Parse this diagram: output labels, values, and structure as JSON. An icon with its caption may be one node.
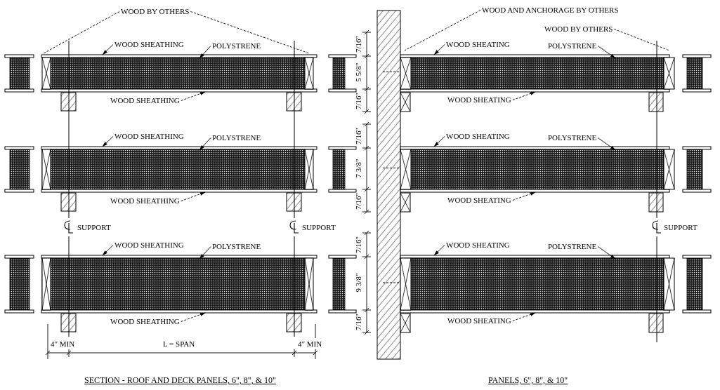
{
  "diagram": {
    "nodes": [
      {
        "text": [
          "WOOD BY OTHERS"
        ]
      },
      {
        "text": [
          "WOOD SHEATHING"
        ]
      },
      {
        "text": [
          "POLYSTRENE"
        ]
      },
      {
        "text": [
          "WOOD SHEATHING"
        ]
      },
      {
        "text": [
          "WOOD SHEATHING"
        ]
      },
      {
        "text": [
          "POLYSTRENE"
        ]
      },
      {
        "text": [
          "WOOD SHEATHING"
        ]
      },
      {
        "text": [
          "WOOD SHEATHING"
        ]
      },
      {
        "text": [
          "POLYSTRENE"
        ]
      },
      {
        "text": [
          "WOOD SHEATHING"
        ]
      },
      {
        "text": [
          "WOOD AND ANCHORAGE BY OTHERS"
        ]
      },
      {
        "text": [
          "WOOD BY OTHERS"
        ]
      },
      {
        "text": [
          "WOOD SHEATING"
        ]
      },
      {
        "text": [
          "POLYSTRENE"
        ]
      },
      {
        "text": [
          "WOOD SHEATING"
        ]
      },
      {
        "text": [
          "WOOD SHEATING"
        ]
      },
      {
        "text": [
          "POLYSTRENE"
        ]
      },
      {
        "text": [
          "WOOD SHEATING"
        ]
      },
      {
        "text": [
          "WOOD SHEATING"
        ]
      },
      {
        "text": [
          "POLYSTRENE"
        ]
      },
      {
        "text": [
          "WOOD SHEATING"
        ]
      },
      {
        "text": [],
        "shape": "bar"
      },
      {
        "text": [],
        "shape": "box"
      },
      {
        "text": [],
        "shape": "bar"
      },
      {
        "text": [],
        "shape": "bar"
      },
      {
        "text": [],
        "shape": "box"
      },
      {
        "text": [],
        "shape": "bar"
      },
      {
        "text": [],
        "shape": "bar"
      },
      {
        "text": [],
        "shape": "box"
      },
      {
        "text": [],
        "shape": "bar"
      },
      {
        "text": [],
        "shape": "box"
      },
      {
        "text": [],
        "shape": "box"
      },
      {
        "text": [],
        "shape": "bar"
      },
      {
        "text": [],
        "shape": "box"
      },
      {
        "text": [],
        "shape": "bar"
      },
      {
        "text": [],
        "shape": "bar"
      },
      {
        "text": [],
        "shape": "box"
      },
      {
        "text": [],
        "shape": "bar"
      },
      {
        "text": [],
        "shape": "bar"
      },
      {
        "text": [],
        "shape": "box"
      },
      {
        "text": [],
        "shape": "bar"
      },
      {
        "text": [],
        "shape": "box"
      },
      {
        "text": [],
        "shape": "box"
      }
    ],
    "edges": [
      {
        "from": 0,
        "to": 30,
        "arrow": "none",
        "style": "dashed"
      },
      {
        "from": 0,
        "to": 31,
        "arrow": "none",
        "style": "dashed"
      },
      {
        "from": 1,
        "to": 21,
        "arrow": "to"
      },
      {
        "from": 2,
        "to": 22,
        "arrow": "to"
      },
      {
        "from": 3,
        "to": 23,
        "arrow": "to",
        "style": "dashed"
      },
      {
        "from": 4,
        "to": 24,
        "arrow": "to"
      },
      {
        "from": 5,
        "to": 25,
        "arrow": "to"
      },
      {
        "from": 6,
        "to": 26,
        "arrow": "to",
        "style": "dashed"
      },
      {
        "from": 7,
        "to": 27,
        "arrow": "to"
      },
      {
        "from": 8,
        "to": 28,
        "arrow": "to"
      },
      {
        "from": 9,
        "to": 29,
        "arrow": "to",
        "style": "dashed"
      },
      {
        "from": 10,
        "to": 41,
        "arrow": "none",
        "style": "dashed"
      },
      {
        "from": 11,
        "to": 42,
        "arrow": "none",
        "style": "dashed"
      },
      {
        "from": 12,
        "to": 32,
        "arrow": "to"
      },
      {
        "from": 13,
        "to": 33,
        "arrow": "to"
      },
      {
        "from": 14,
        "to": 34,
        "arrow": "to",
        "style": "dashed"
      },
      {
        "from": 15,
        "to": 35,
        "arrow": "to"
      },
      {
        "from": 16,
        "to": 36,
        "arrow": "to"
      },
      {
        "from": 17,
        "to": 37,
        "arrow": "to",
        "style": "dashed"
      },
      {
        "from": 18,
        "to": 38,
        "arrow": "to"
      },
      {
        "from": 19,
        "to": 39,
        "arrow": "to"
      },
      {
        "from": 20,
        "to": 40,
        "arrow": "to",
        "style": "dashed"
      }
    ],
    "labels": [
      "SUPPORT",
      "SUPPORT",
      "4\" MIN",
      "L = SPAN",
      "4\" MIN",
      "SECTION - ROOF AND DECK PANELS, 6\", 8\", & 10\"",
      "7/16\"",
      "5 5/8\"",
      "7/16\"",
      "7/16\"",
      "7 3/8\"",
      "7/16\"",
      "7/16\"",
      "9 3/8\"",
      "7/16\"",
      "SUPPORT",
      "PANELS, 6\", 8\", & 10\""
    ]
  }
}
